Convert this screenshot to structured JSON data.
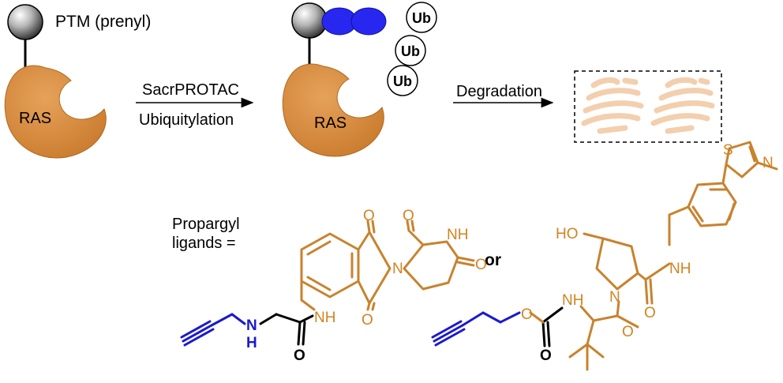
{
  "top": {
    "ptm_label": "PTM (prenyl)",
    "ras_label_1": "RAS",
    "ras_label_2": "RAS",
    "step1_line1": "SacrPROTAC",
    "step1_line2": "Ubiquitylation",
    "step2_label": "Degradation",
    "ub_labels": [
      "Ub",
      "Ub",
      "Ub"
    ]
  },
  "bottom": {
    "propargyl_line1": "Propargyl",
    "propargyl_line2": "ligands =",
    "or_label": "or"
  },
  "atoms": {
    "O": "O",
    "NH": "NH",
    "N": "N",
    "H": "H",
    "HO": "HO",
    "S": "S"
  },
  "colors": {
    "ras": "#D98B3A",
    "ligand": "#D2831F",
    "linker": "#1a1acc",
    "e3": "#2727f0",
    "fragments": "#F3CFAE"
  }
}
